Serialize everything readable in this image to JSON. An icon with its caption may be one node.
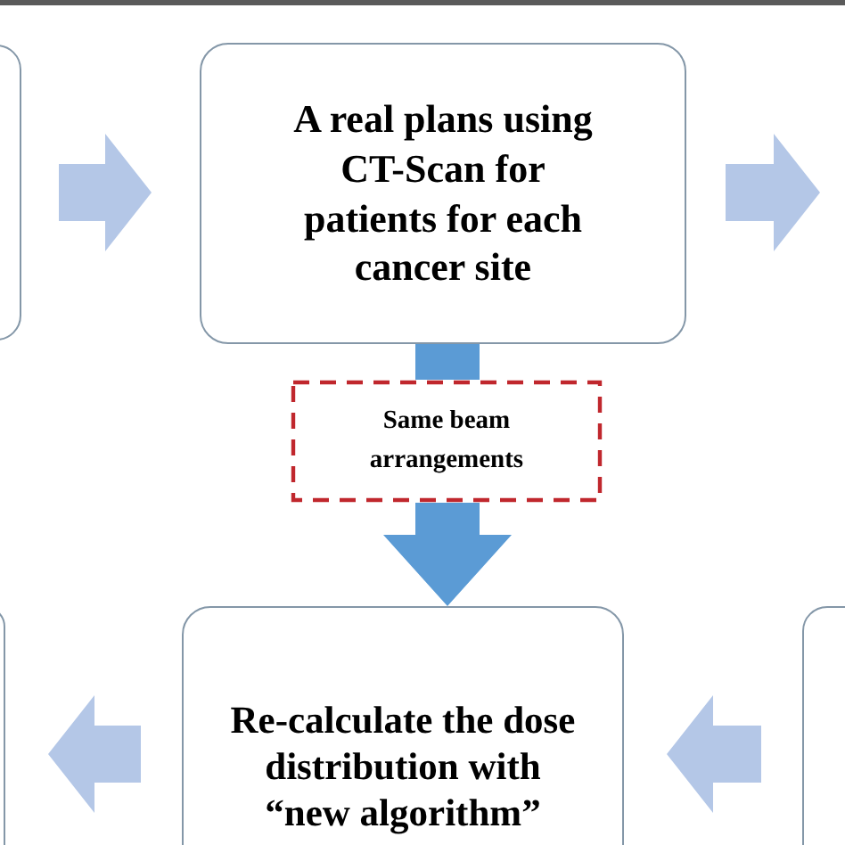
{
  "diagram": {
    "nodes": [
      {
        "text": [],
        "shape": "box"
      },
      {
        "text": [
          "A real plans using CT-Scan for patients for each cancer site"
        ]
      },
      {
        "text": [
          "Same beam arrangements"
        ]
      },
      {
        "text": [],
        "shape": "box"
      },
      {
        "text": [
          "Re-calculate the dose distribution with “new algorithm”"
        ]
      },
      {
        "text": [],
        "shape": "box"
      }
    ],
    "edges": [
      {
        "from": 0,
        "to": 1,
        "arrow": "to"
      },
      {
        "from": 1,
        "to": null,
        "arrow": "to"
      },
      {
        "from": 1,
        "to": 2,
        "arrow": "none",
        "color": "#5b9bd5"
      },
      {
        "from": 2,
        "to": 4,
        "arrow": "to",
        "color": "#5b9bd5"
      },
      {
        "from": 5,
        "to": 4,
        "arrow": "to"
      },
      {
        "from": 4,
        "to": 3,
        "arrow": "to"
      }
    ]
  }
}
